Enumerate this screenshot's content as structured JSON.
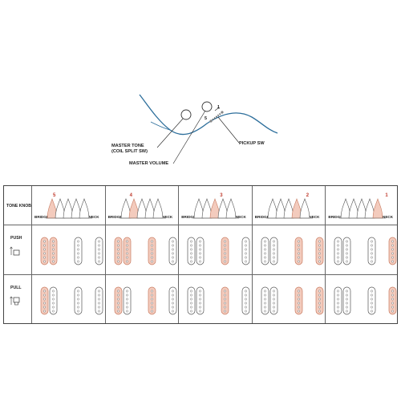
{
  "wiring": {
    "master_tone_label": "MASTER TONE",
    "coil_split_label": "(COIL SPLIT SW)",
    "master_volume_label": "MASTER VOLUME",
    "pickup_sw_label": "PICKUP SW",
    "switch_labels": [
      "5",
      "1"
    ]
  },
  "table": {
    "header_label": "TONE KNOB",
    "bridge_label": "BRIDGE",
    "neck_label": "NECK",
    "rows": [
      {
        "label": "PUSH",
        "mode": "push"
      },
      {
        "label": "PULL",
        "mode": "pull"
      }
    ],
    "positions": [
      {
        "number": "5"
      },
      {
        "number": "4"
      },
      {
        "number": "3"
      },
      {
        "number": "2"
      },
      {
        "number": "1"
      }
    ]
  },
  "colors": {
    "accent": "#c0392b",
    "active_fill": "#f3cbbd",
    "active_stroke": "#c97d63",
    "body_line": "#2c6e9b",
    "grid": "#666666"
  }
}
